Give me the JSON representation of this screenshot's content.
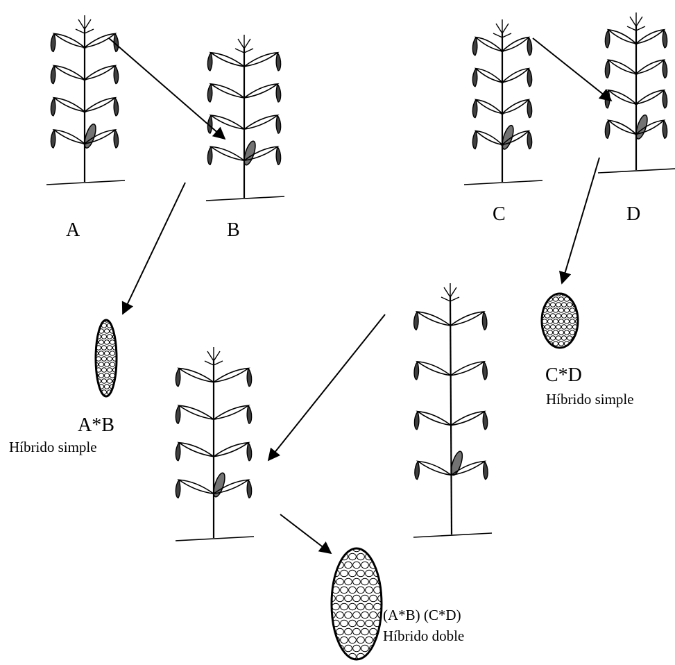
{
  "diagram": {
    "plants": [
      {
        "id": "A",
        "label": "A"
      },
      {
        "id": "B",
        "label": "B"
      },
      {
        "id": "C",
        "label": "C"
      },
      {
        "id": "D",
        "label": "D"
      }
    ],
    "hybrids": [
      {
        "id": "AB",
        "cross": "A*B",
        "name": "Híbrido simple"
      },
      {
        "id": "CD",
        "cross": "C*D",
        "name": "Híbrido simple"
      },
      {
        "id": "ABCD",
        "cross": "(A*B)  (C*D)",
        "name": "Híbrido doble"
      }
    ],
    "colors": {
      "ink": "#000000",
      "background": "#ffffff"
    }
  }
}
